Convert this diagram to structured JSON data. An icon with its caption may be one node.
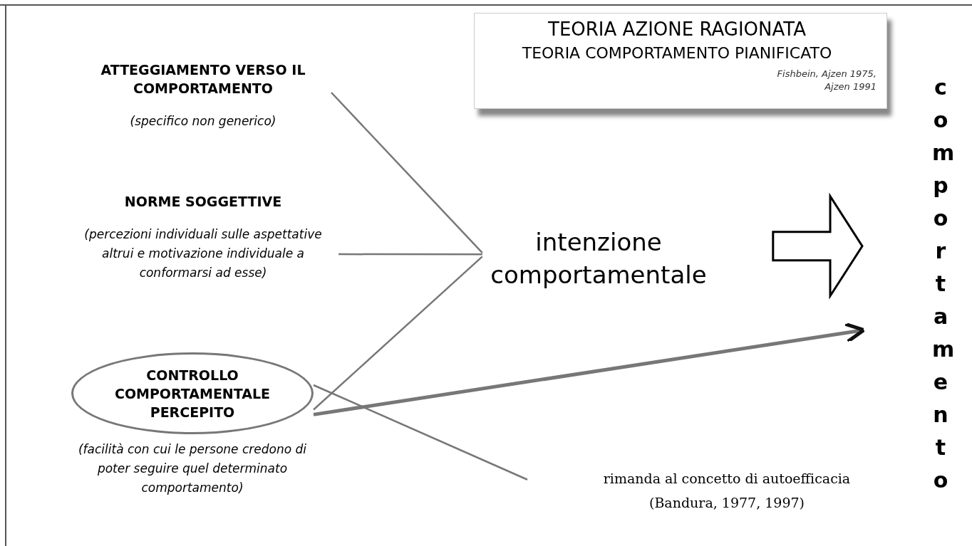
{
  "diagram": {
    "title": "TEORIA AZIONE RAGIONATA",
    "nodes": [
      {
        "text": [
          "ATTEGGIAMENTO VERSO IL COMPORTAMENTO",
          "(specifico non generico)"
        ]
      },
      {
        "text": [
          "NORME SOGGETTIVE",
          "(percezioni individuali sulle aspettative altrui e motivazione individuale a conformarsi ad esse)"
        ]
      },
      {
        "text": [
          "CONTROLLO COMPORTAMENTALE PERCEPITO"
        ],
        "beside": [
          "(facilità con cui le persone credono di poter seguire quel determinato comportamento)"
        ]
      },
      {
        "text": [
          "intenzione comportamentale"
        ]
      },
      {
        "text": [
          "comportamento"
        ]
      },
      {
        "text": [
          "rimanda al concetto di autoefficacia (Bandura, 1977, 1997)"
        ]
      }
    ],
    "edges": [
      {
        "from": 0,
        "to": 3,
        "arrow": "none"
      },
      {
        "from": 1,
        "to": 3,
        "arrow": "none"
      },
      {
        "from": 2,
        "to": 3,
        "arrow": "none"
      },
      {
        "from": 2,
        "to": 4,
        "arrow": "to",
        "style": "thick"
      },
      {
        "from": 3,
        "to": 4,
        "arrow": "to",
        "style": "thick",
        "color": "#000000"
      },
      {
        "from": 2,
        "to": 5,
        "arrow": "none"
      }
    ],
    "labels": [
      "TEORIA COMPORTAMENTO PIANIFICATO",
      "Fishbein, Ajzen 1975,",
      "Ajzen 1991"
    ]
  }
}
